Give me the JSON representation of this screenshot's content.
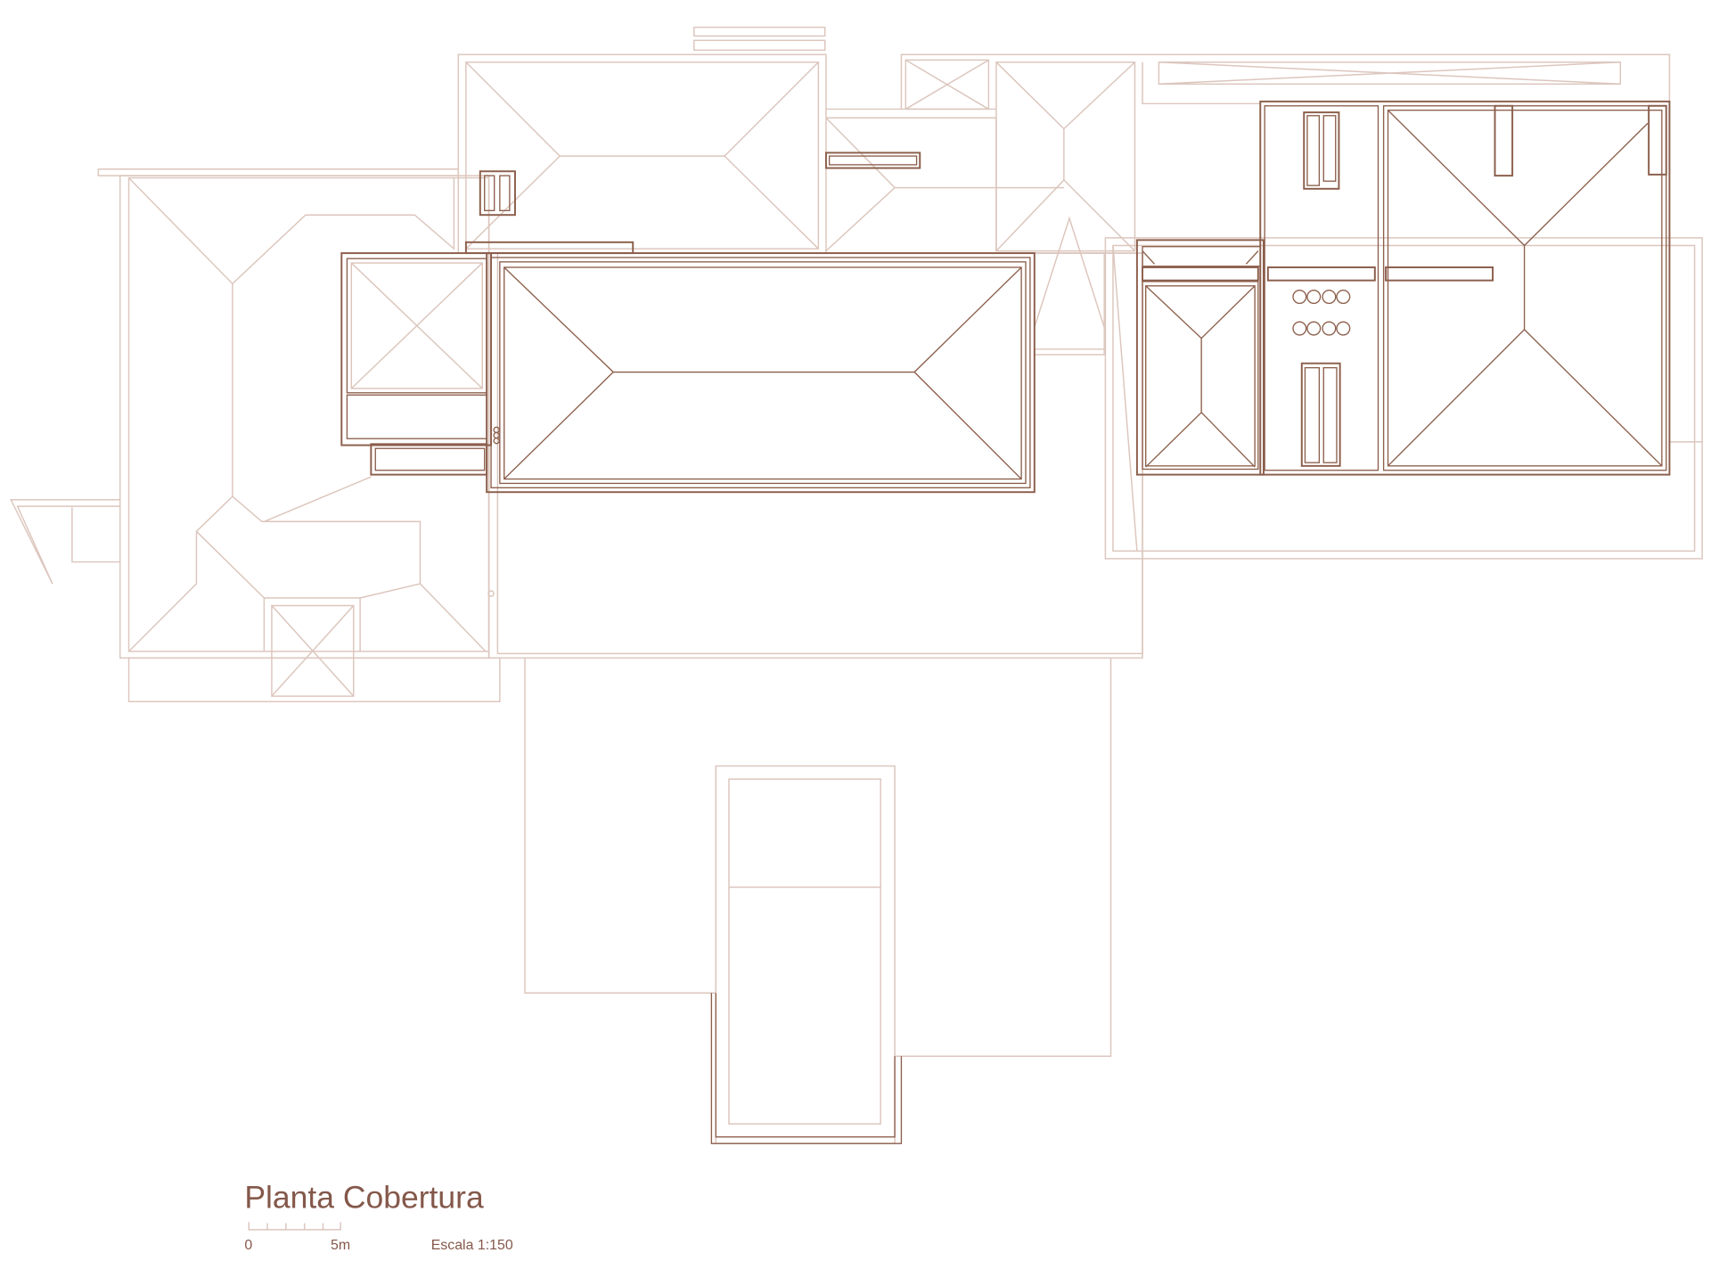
{
  "drawing": {
    "title": "Planta Cobertura",
    "scale_bar": {
      "start_label": "0",
      "end_label": "5m",
      "divisions": 5
    },
    "scale_text": "Escala 1:150",
    "colors": {
      "primary_line": "#8c5f4c",
      "secondary_line": "#dcc6bd",
      "text": "#84584a"
    }
  }
}
